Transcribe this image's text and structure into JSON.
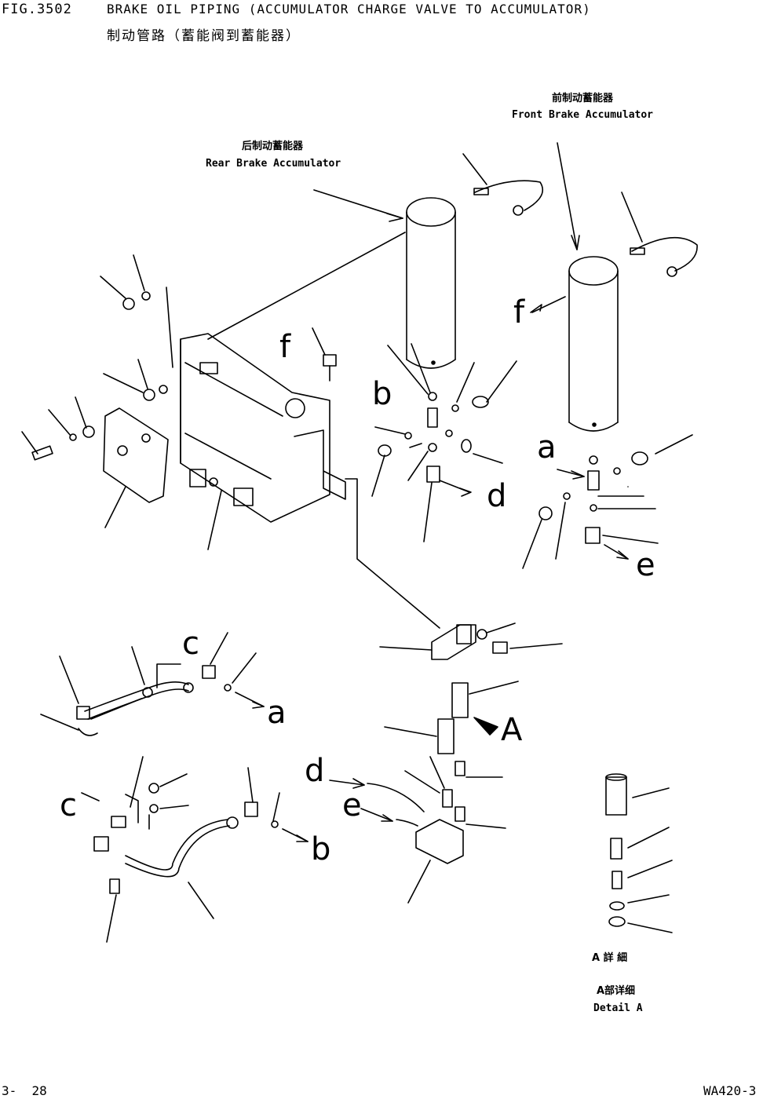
{
  "header": {
    "fig_number": "FIG.3502",
    "title_en": "BRAKE OIL PIPING (ACCUMULATOR CHARGE VALVE TO ACCUMULATOR)",
    "title_cn": "制动管路（蓄能阀到蓄能器）"
  },
  "labels": {
    "front_cn": "前制动蓄能器",
    "front_en": "Front Brake Accumulator",
    "rear_cn": "后制动蓄能器",
    "rear_en": "Rear Brake Accumulator",
    "detail_a_short": "A 詳 細",
    "detail_a_cn": "A部详细",
    "detail_a_en": "Detail A"
  },
  "callouts": {
    "a": "a",
    "b": "b",
    "c": "c",
    "d": "d",
    "e": "e",
    "f": "f",
    "A": "A"
  },
  "footer": {
    "page": "3-  28",
    "model": "WA420-3"
  }
}
